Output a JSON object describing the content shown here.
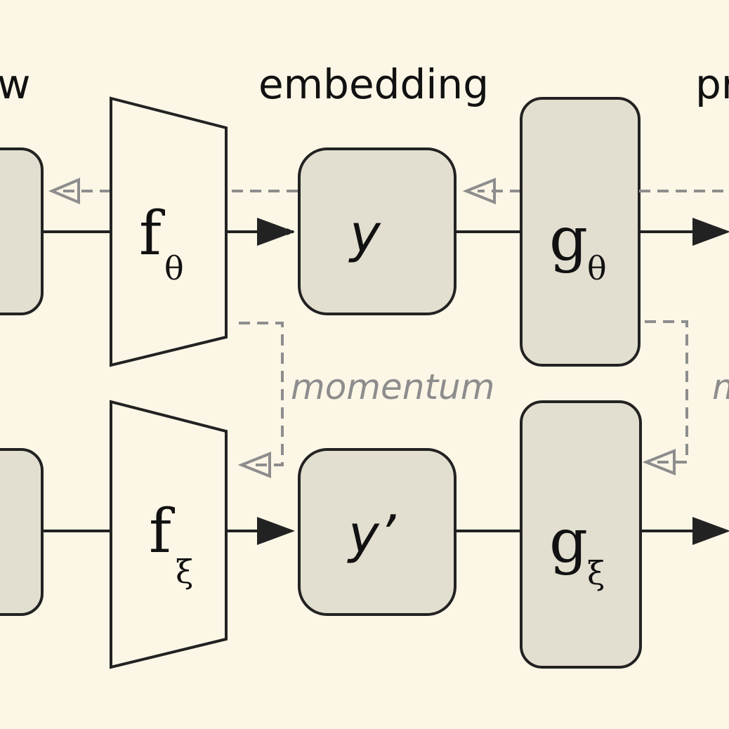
{
  "headers": {
    "left_partial": "w",
    "middle": "embedding",
    "right_partial": "pr"
  },
  "online_branch": {
    "encoder_label": "f",
    "encoder_sub": "θ",
    "embedding_label": "y",
    "projector_label": "g",
    "projector_sub": "θ"
  },
  "target_branch": {
    "encoder_label": "f",
    "encoder_sub": "ξ",
    "embedding_label": "y’",
    "projector_label": "g",
    "projector_sub": "ξ"
  },
  "annotations": {
    "momentum": "momentum",
    "momentum_right_partial": "m"
  },
  "colors": {
    "background": "#fcf6e6",
    "box_fill": "#e3dfd0",
    "trapezoid_fill": "#fcf6e6",
    "stroke": "#222222",
    "dashed": "#8d8d8d"
  }
}
